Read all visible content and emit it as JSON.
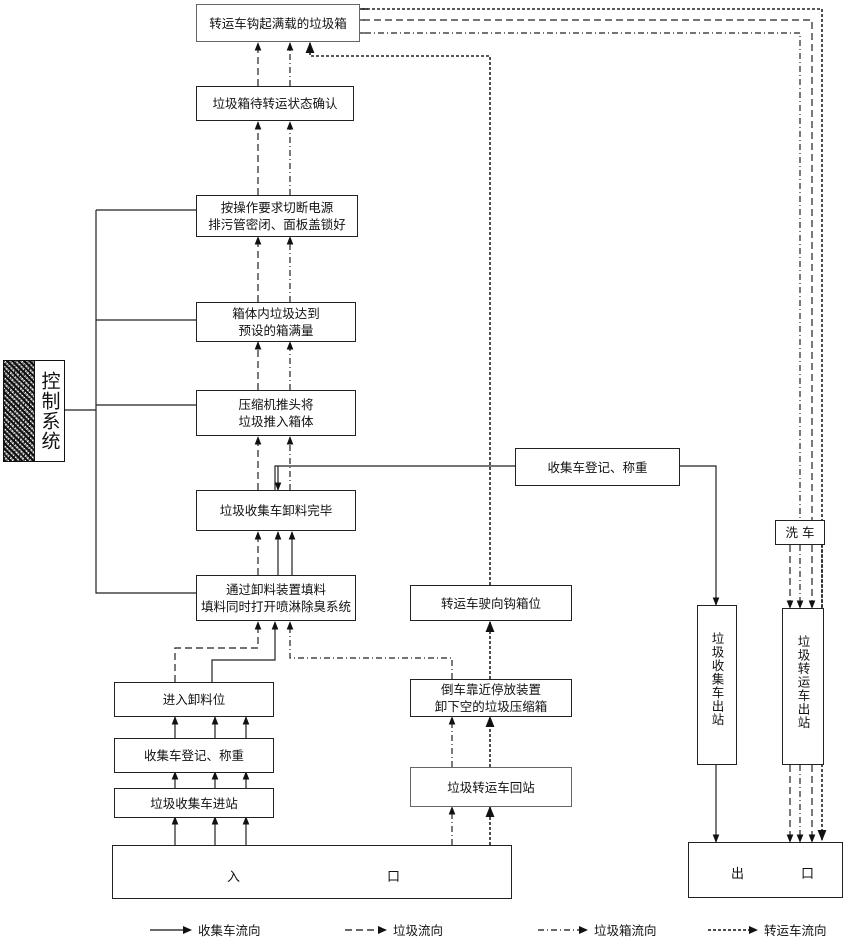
{
  "boxes": {
    "hook_full": "转运车钩起满载的垃圾箱",
    "await_confirm": "垃圾箱待转运状态确认",
    "power_off": "按操作要求切断电源\n排污管密闭、面板盖锁好",
    "box_full": "箱体内垃圾达到\n预设的箱满量",
    "compress": "压缩机推头将\n垃圾推入箱体",
    "unload_done": "垃圾收集车卸料完毕",
    "fill": "通过卸料装置填料\n填料同时打开喷淋除臭系统",
    "enter_unload": "进入卸料位",
    "register_weigh": "收集车登记、称重",
    "collector_enter": "垃圾收集车进站",
    "register_weigh2": "收集车登记、称重",
    "hook_position": "转运车驶向钩箱位",
    "reverse_park": "倒车靠近停放装置\n卸下空的垃圾压缩箱",
    "transfer_return": "垃圾转运车回站",
    "wash": "洗 车",
    "collector_exit": "垃圾收集车出站",
    "transfer_exit": "垃圾转运车出站"
  },
  "control_system": "控制系统",
  "entrance": {
    "char1": "入",
    "char2": "口"
  },
  "exit": {
    "char1": "出",
    "char2": "口"
  },
  "legend": {
    "collector_flow": "收集车流向",
    "garbage_flow": "垃圾流向",
    "container_flow": "垃圾箱流向",
    "transfer_flow": "转运车流向"
  }
}
